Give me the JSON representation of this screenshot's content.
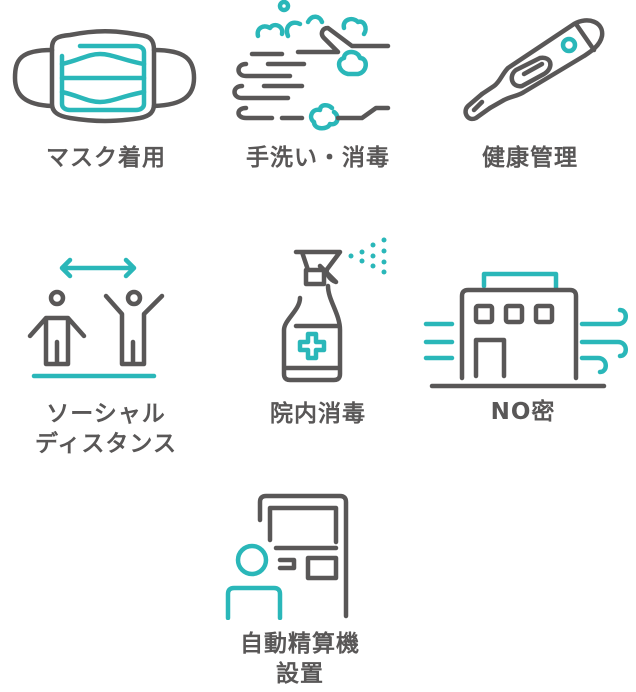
{
  "colors": {
    "accent": "#2ab7b9",
    "line": "#595757",
    "background": "#ffffff"
  },
  "items": [
    {
      "icon": "mask-icon",
      "label": "マスク着用"
    },
    {
      "icon": "hand-washing-icon",
      "label": "手洗い・消毒"
    },
    {
      "icon": "thermometer-icon",
      "label": "健康管理"
    },
    {
      "icon": "social-distance-icon",
      "label_line1": "ソーシャル",
      "label_line2": "ディスタンス"
    },
    {
      "icon": "spray-bottle-icon",
      "label": "院内消毒"
    },
    {
      "icon": "ventilated-building-icon",
      "label": "NO密"
    },
    {
      "icon": "kiosk-icon",
      "label_line1": "自動精算機",
      "label_line2": "設置"
    }
  ]
}
